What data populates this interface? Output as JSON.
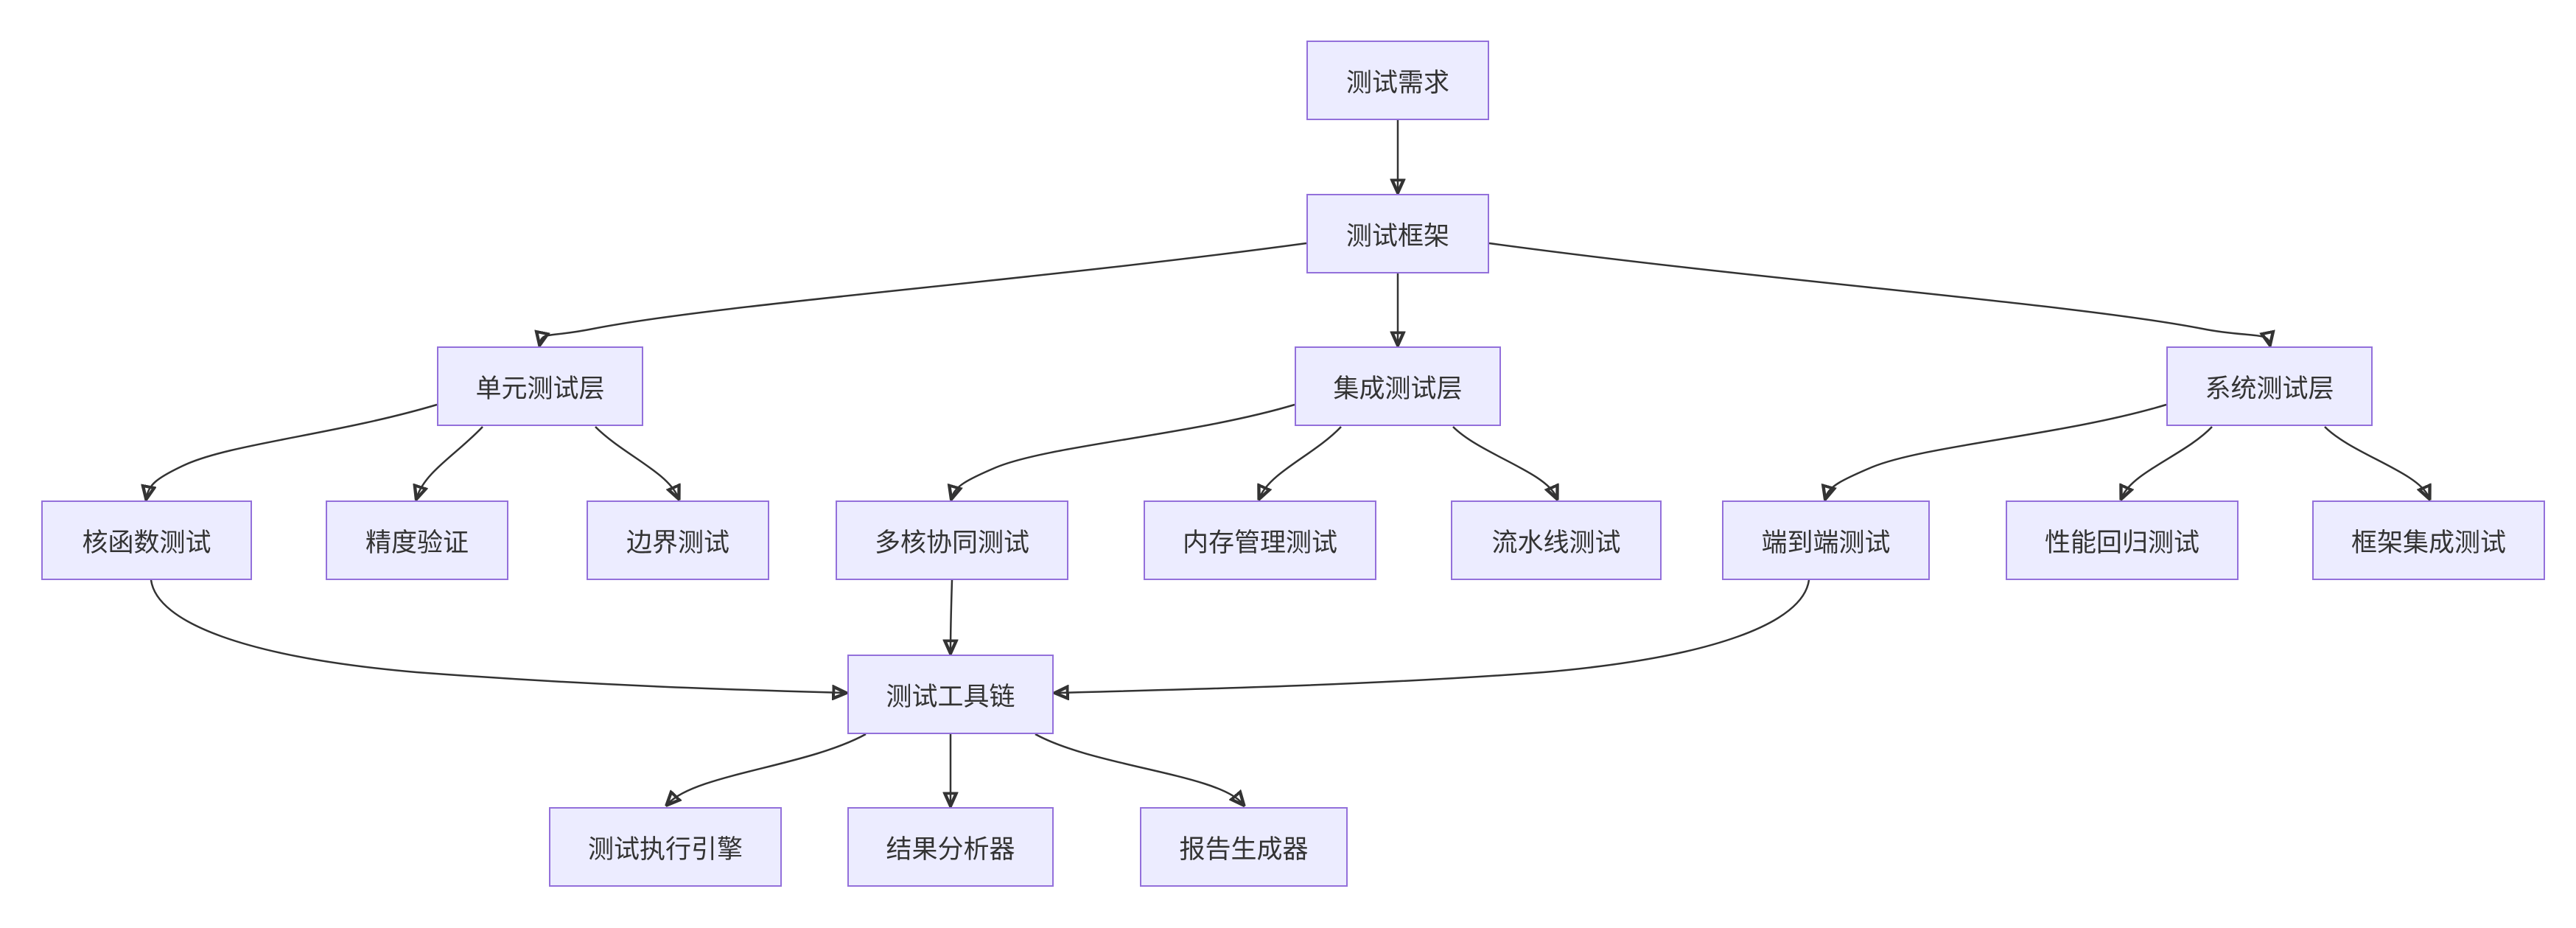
{
  "diagram": {
    "type": "flowchart",
    "direction": "top-down",
    "colors": {
      "background": "#ffffff",
      "node_fill": "#ECECFF",
      "node_border": "#9370DB",
      "edge": "#333333",
      "text": "#333333"
    },
    "nodes": [
      {
        "id": "test-requirements",
        "label": "测试需求"
      },
      {
        "id": "test-framework",
        "label": "测试框架"
      },
      {
        "id": "unit-test-layer",
        "label": "单元测试层"
      },
      {
        "id": "integration-test-layer",
        "label": "集成测试层"
      },
      {
        "id": "system-test-layer",
        "label": "系统测试层"
      },
      {
        "id": "kernel-function-test",
        "label": "核函数测试"
      },
      {
        "id": "precision-validation",
        "label": "精度验证"
      },
      {
        "id": "boundary-test",
        "label": "边界测试"
      },
      {
        "id": "multi-core-collaboration-test",
        "label": "多核协同测试"
      },
      {
        "id": "memory-management-test",
        "label": "内存管理测试"
      },
      {
        "id": "pipeline-test",
        "label": "流水线测试"
      },
      {
        "id": "end-to-end-test",
        "label": "端到端测试"
      },
      {
        "id": "performance-regression-test",
        "label": "性能回归测试"
      },
      {
        "id": "framework-integration-test",
        "label": "框架集成测试"
      },
      {
        "id": "test-toolchain",
        "label": "测试工具链"
      },
      {
        "id": "test-execution-engine",
        "label": "测试执行引擎"
      },
      {
        "id": "result-analyzer",
        "label": "结果分析器"
      },
      {
        "id": "report-generator",
        "label": "报告生成器"
      }
    ],
    "edges": [
      {
        "from": "test-requirements",
        "to": "test-framework"
      },
      {
        "from": "test-framework",
        "to": "unit-test-layer"
      },
      {
        "from": "test-framework",
        "to": "integration-test-layer"
      },
      {
        "from": "test-framework",
        "to": "system-test-layer"
      },
      {
        "from": "unit-test-layer",
        "to": "kernel-function-test"
      },
      {
        "from": "unit-test-layer",
        "to": "precision-validation"
      },
      {
        "from": "unit-test-layer",
        "to": "boundary-test"
      },
      {
        "from": "integration-test-layer",
        "to": "multi-core-collaboration-test"
      },
      {
        "from": "integration-test-layer",
        "to": "memory-management-test"
      },
      {
        "from": "integration-test-layer",
        "to": "pipeline-test"
      },
      {
        "from": "system-test-layer",
        "to": "end-to-end-test"
      },
      {
        "from": "system-test-layer",
        "to": "performance-regression-test"
      },
      {
        "from": "system-test-layer",
        "to": "framework-integration-test"
      },
      {
        "from": "kernel-function-test",
        "to": "test-toolchain"
      },
      {
        "from": "multi-core-collaboration-test",
        "to": "test-toolchain"
      },
      {
        "from": "end-to-end-test",
        "to": "test-toolchain"
      },
      {
        "from": "test-toolchain",
        "to": "test-execution-engine"
      },
      {
        "from": "test-toolchain",
        "to": "result-analyzer"
      },
      {
        "from": "test-toolchain",
        "to": "report-generator"
      }
    ]
  }
}
